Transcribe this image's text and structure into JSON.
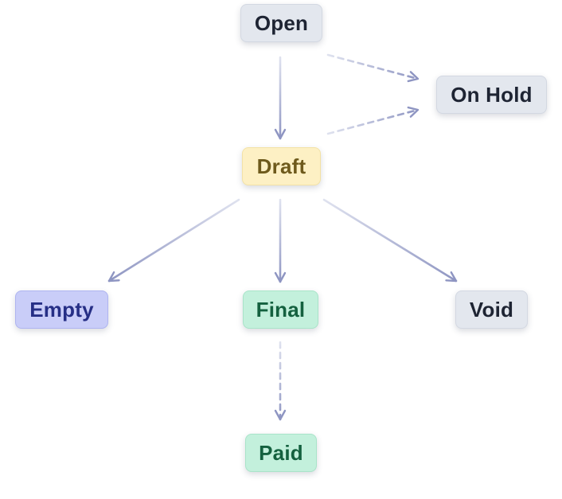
{
  "nodes": {
    "open": {
      "label": "Open"
    },
    "on_hold": {
      "label": "On Hold"
    },
    "draft": {
      "label": "Draft"
    },
    "empty": {
      "label": "Empty"
    },
    "final": {
      "label": "Final"
    },
    "void": {
      "label": "Void"
    },
    "paid": {
      "label": "Paid"
    }
  },
  "edges": [
    {
      "from": "open",
      "to": "draft",
      "style": "solid"
    },
    {
      "from": "open",
      "to": "on_hold",
      "style": "dashed"
    },
    {
      "from": "draft",
      "to": "on_hold",
      "style": "dashed"
    },
    {
      "from": "draft",
      "to": "empty",
      "style": "solid"
    },
    {
      "from": "draft",
      "to": "final",
      "style": "solid"
    },
    {
      "from": "draft",
      "to": "void",
      "style": "solid"
    },
    {
      "from": "final",
      "to": "paid",
      "style": "dashed"
    }
  ],
  "colors": {
    "edge": "#8e95c2",
    "edge_fade": "#dfe2ef"
  }
}
